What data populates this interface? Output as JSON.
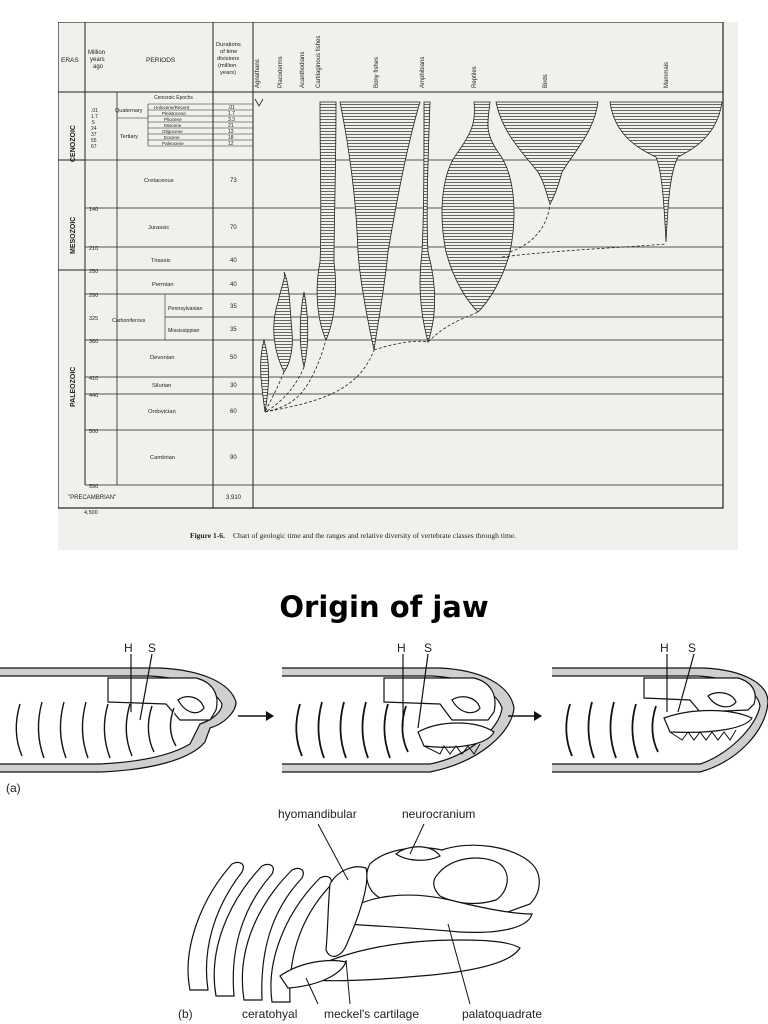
{
  "chart": {
    "headers": {
      "eras": "ERAS",
      "million_years": [
        "Million",
        "years",
        "ago"
      ],
      "periods": "PERIODS",
      "durations": [
        "Durations",
        "of time",
        "divisions",
        "(million",
        "years)"
      ],
      "epochs_header": "Cenozoic Epochs"
    },
    "eras": [
      "CENOZOIC",
      "MESOZOIC",
      "PALEOZOIC"
    ],
    "precambrian": "\"PRECAMBRIAN\"",
    "precambrian_duration": "3,910",
    "age_bottom": "4,500",
    "quaternary": "Quaternary",
    "tertiary": "Tertiary",
    "carboniferous": "Carboniferous",
    "epochs": [
      {
        "mya": ".01",
        "name": "Holocene/Recent",
        "dur": ".01"
      },
      {
        "mya": "1.7",
        "name": "Pleistocene",
        "dur": "1.7"
      },
      {
        "mya": "5",
        "name": "Pliocene",
        "dur": "3.3"
      },
      {
        "mya": "24",
        "name": "Miocene",
        "dur": "21"
      },
      {
        "mya": "37",
        "name": "Oligocene",
        "dur": "13"
      },
      {
        "mya": "55",
        "name": "Eocene",
        "dur": "18"
      },
      {
        "mya": "67",
        "name": "Paleocene",
        "dur": "12"
      }
    ],
    "periods": [
      {
        "mya": "140",
        "name": "Cretaceous",
        "dur": "73"
      },
      {
        "mya": "210",
        "name": "Jurassic",
        "dur": "70"
      },
      {
        "mya": "250",
        "name": "Triassic",
        "dur": "40"
      },
      {
        "mya": "290",
        "name": "Permian",
        "dur": "40"
      },
      {
        "mya": "325",
        "name": "Pennsylvanian",
        "dur": "35"
      },
      {
        "mya": "360",
        "name": "Mississippian",
        "dur": "35"
      },
      {
        "mya": "410",
        "name": "Devonian",
        "dur": "50"
      },
      {
        "mya": "440",
        "name": "Silurian",
        "dur": "30"
      },
      {
        "mya": "500",
        "name": "Ordovician",
        "dur": "60"
      },
      {
        "mya": "590",
        "name": "Cambrian",
        "dur": "90"
      }
    ],
    "classes": [
      "Agnathans",
      "Placoderms",
      "Acanthodians",
      "Cartilaginous fishes",
      "Bony fishes",
      "Amphibians",
      "Reptiles",
      "Birds",
      "Mammals"
    ],
    "caption_bold": "Figure 1-6.",
    "caption_text": "Chart of geologic time and the ranges and relative diversity of vertebrate classes through time."
  },
  "slide_title": "Origin of jaw",
  "diagram_a": {
    "panel_label": "(a)",
    "labels": [
      {
        "h": "H",
        "s": "S"
      },
      {
        "h": "H",
        "s": "S"
      },
      {
        "h": "H",
        "s": "S"
      }
    ]
  },
  "diagram_b": {
    "panel_label": "(b)",
    "hyomandibular": "hyomandibular",
    "neurocranium": "neurocranium",
    "ceratohyal": "ceratohyal",
    "meckels": "meckel's cartilage",
    "palatoquadrate": "palatoquadrate"
  }
}
